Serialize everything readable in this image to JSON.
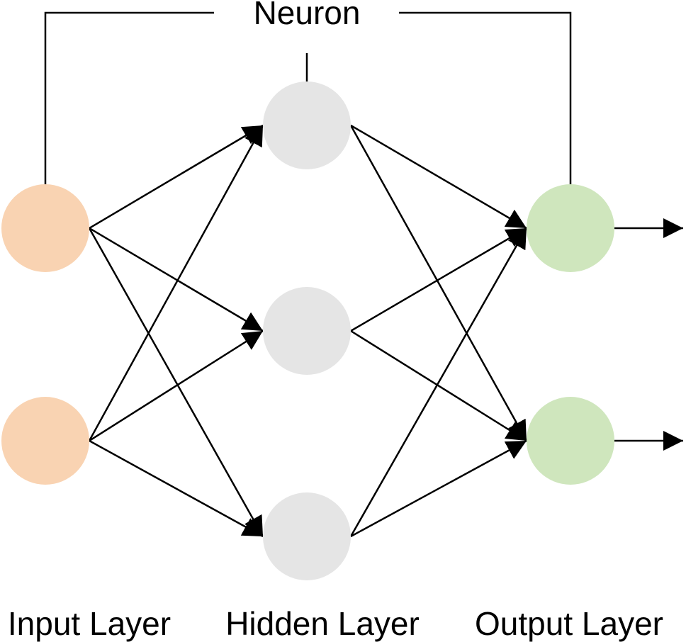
{
  "diagram": {
    "title": "Feed-forward neural network",
    "callout_label": "Neuron",
    "layers": [
      {
        "id": "input",
        "label": "Input Layer",
        "color": "#f9d3b2",
        "neurons": 2
      },
      {
        "id": "hidden",
        "label": "Hidden Layer",
        "color": "#e5e5e5",
        "neurons": 3
      },
      {
        "id": "output",
        "label": "Output Layer",
        "color": "#cfe6bd",
        "neurons": 2
      }
    ],
    "edge_color": "#000000",
    "connectivity": "fully-connected",
    "output_arrows": 2
  }
}
